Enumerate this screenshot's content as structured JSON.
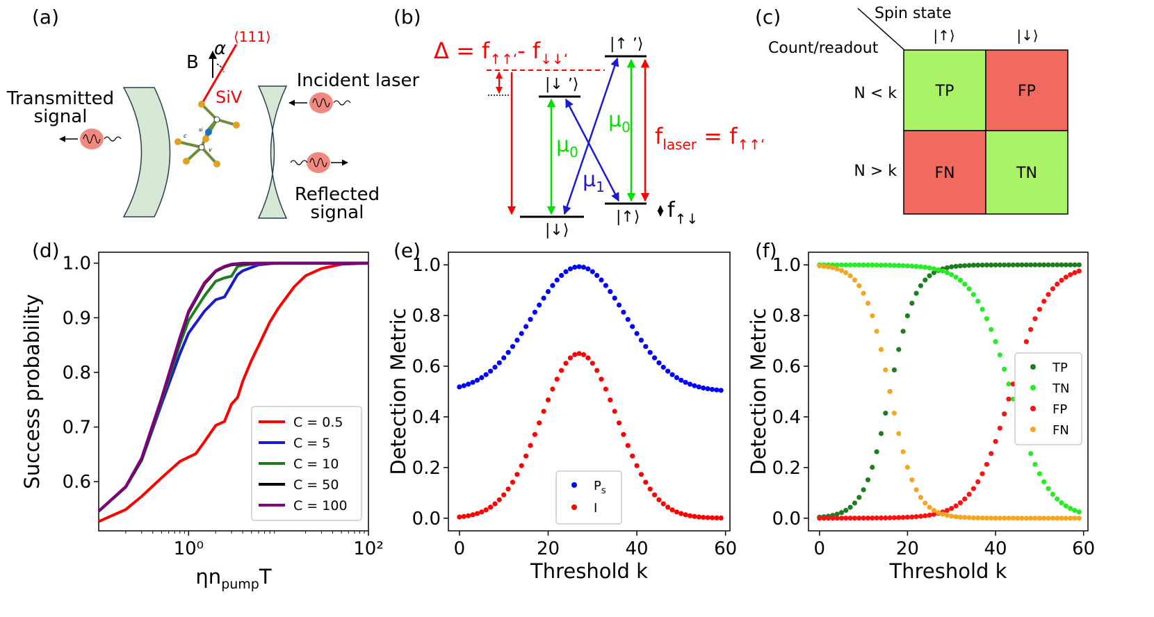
{
  "panels": {
    "a": {
      "label": "(a)",
      "b_label": "B",
      "alpha_label": "α",
      "direction_label": "⟨111⟩",
      "siv_label": "SiV",
      "transmitted_label": [
        "Transmitted",
        "signal"
      ],
      "incident_label": "Incident laser",
      "reflected_label": [
        "Reflected",
        "signal"
      ],
      "molecule_labels": [
        "c",
        "si",
        "v"
      ],
      "colors": {
        "mirror": "#d5e8d4",
        "pulse": "#f08a80",
        "axis": "#ff0000"
      }
    },
    "b": {
      "label": "(b)",
      "delta_prefix": "Δ = f",
      "delta_sub1": "↑↑‘",
      "delta_mid": "- f",
      "delta_sub2": "↓↓‘",
      "level_up_prime": "|↑ ʼ⟩",
      "level_down_prime": "|↓ ʼ⟩",
      "level_down": "|↓⟩",
      "level_up": "|↑⟩",
      "mu0": "μ",
      "mu0_sub": "0",
      "mu1": "μ",
      "mu1_sub": "1",
      "laser_prefix": "f",
      "laser_sub": "laser",
      "laser_eq": " = f",
      "laser_sub2": "↑↑‘",
      "split_prefix": "f",
      "split_sub": "↑↓",
      "colors": {
        "red": "#ff0000",
        "green": "#00e000",
        "blue": "#1a1ad0"
      }
    },
    "c": {
      "label": "(c)",
      "spin_state": "Spin state",
      "count_readout": "Count/readout",
      "col_headers": [
        "|↑⟩",
        "|↓⟩"
      ],
      "row_headers": [
        "N < k",
        "N > k"
      ],
      "cells": [
        [
          "TP",
          "FP"
        ],
        [
          "FN",
          "TN"
        ]
      ],
      "colors": {
        "good": "#aaf266",
        "bad": "#f2695f"
      }
    },
    "d": {
      "label": "(d)"
    },
    "e": {
      "label": "(e)"
    },
    "f": {
      "label": "(f)"
    }
  },
  "chart_data": [
    {
      "id": "d",
      "type": "line",
      "xlabel": "ηn",
      "xlabel_sub": "pump",
      "xlabel_end": "T",
      "ylabel": "Success probability",
      "x_scale": "log",
      "xlim": [
        0.1,
        100
      ],
      "ylim": [
        0.51,
        1.02
      ],
      "yticks": [
        0.6,
        0.7,
        0.8,
        0.9,
        1.0
      ],
      "yticklabels": [
        "0.6",
        "0.7",
        "0.8",
        "0.9",
        "1.0"
      ],
      "xticks": [
        1,
        100
      ],
      "xticklabels": [
        "10⁰",
        "10²"
      ],
      "legend_position": "lower-right",
      "series": [
        {
          "name": "C = 0.5",
          "color": "#ff0000",
          "x": [
            0.1,
            0.2,
            0.3,
            0.5,
            0.8,
            1.0,
            1.2,
            1.5,
            2.0,
            2.5,
            3.0,
            3.5,
            4.0,
            5.0,
            6.0,
            8.0,
            10.0,
            15.0,
            20.0,
            30.0,
            50.0,
            100.0
          ],
          "y": [
            0.527,
            0.549,
            0.573,
            0.607,
            0.637,
            0.645,
            0.651,
            0.673,
            0.703,
            0.71,
            0.742,
            0.754,
            0.784,
            0.822,
            0.849,
            0.892,
            0.918,
            0.957,
            0.977,
            0.99,
            0.998,
            1.0
          ]
        },
        {
          "name": "C = 5",
          "color": "#1a1ad0",
          "x": [
            0.1,
            0.2,
            0.3,
            0.5,
            0.8,
            1.0,
            1.5,
            2.0,
            2.5,
            3.0,
            3.5,
            4.0,
            5.0,
            6.0,
            8.0,
            10.0,
            20.0,
            100.0
          ],
          "y": [
            0.546,
            0.59,
            0.639,
            0.742,
            0.834,
            0.872,
            0.912,
            0.933,
            0.938,
            0.96,
            0.979,
            0.986,
            0.992,
            0.997,
            0.999,
            1.0,
            1.0,
            1.0
          ]
        },
        {
          "name": "C = 10",
          "color": "#1e7e1e",
          "x": [
            0.1,
            0.2,
            0.3,
            0.5,
            0.8,
            1.0,
            1.5,
            2.0,
            2.5,
            3.0,
            3.5,
            4.0,
            5.0,
            8.0,
            100.0
          ],
          "y": [
            0.546,
            0.59,
            0.64,
            0.748,
            0.852,
            0.895,
            0.94,
            0.967,
            0.973,
            0.976,
            0.994,
            0.996,
            0.998,
            1.0,
            1.0
          ]
        },
        {
          "name": "C = 50",
          "color": "#000000",
          "x": [
            0.1,
            0.2,
            0.3,
            0.5,
            0.8,
            1.0,
            1.5,
            2.0,
            2.5,
            3.0,
            4.0,
            6.0,
            100.0
          ],
          "y": [
            0.546,
            0.591,
            0.642,
            0.752,
            0.862,
            0.91,
            0.962,
            0.985,
            0.993,
            0.997,
            0.999,
            1.0,
            1.0
          ]
        },
        {
          "name": "C = 100",
          "color": "#800080",
          "x": [
            0.1,
            0.2,
            0.3,
            0.5,
            0.8,
            1.0,
            1.5,
            2.0,
            2.5,
            3.0,
            4.0,
            6.0,
            100.0
          ],
          "y": [
            0.546,
            0.591,
            0.643,
            0.753,
            0.864,
            0.912,
            0.964,
            0.986,
            0.994,
            0.998,
            1.0,
            1.0,
            1.0
          ]
        }
      ]
    },
    {
      "id": "e",
      "type": "scatter",
      "xlabel": "Threshold k",
      "ylabel": "Detection Metric",
      "xlim": [
        -2.5,
        61
      ],
      "ylim": [
        -0.05,
        1.05
      ],
      "xticks": [
        0,
        20,
        40,
        60
      ],
      "yticks": [
        0.0,
        0.2,
        0.4,
        0.6,
        0.8,
        1.0
      ],
      "yticklabels": [
        "0.0",
        "0.2",
        "0.4",
        "0.6",
        "0.8",
        "1.0"
      ],
      "legend_position": "lower-center",
      "x_range": [
        0,
        59
      ],
      "series": [
        {
          "name": "P",
          "name_sub": "s",
          "color": "#0000ff",
          "model": {
            "base": 0.5,
            "amp": 0.493,
            "mu": 27,
            "sigma": 10.5
          }
        },
        {
          "name": "I",
          "color": "#ff0000",
          "model": {
            "base": 0.0,
            "amp": 0.65,
            "mu": 27,
            "sigma": 8.6
          }
        }
      ]
    },
    {
      "id": "f",
      "type": "scatter",
      "xlabel": "Threshold k",
      "ylabel": "Detection Metric",
      "xlim": [
        -2.5,
        61
      ],
      "ylim": [
        -0.05,
        1.05
      ],
      "xticks": [
        0,
        20,
        40,
        60
      ],
      "yticks": [
        0.0,
        0.2,
        0.4,
        0.6,
        0.8,
        1.0
      ],
      "yticklabels": [
        "0.0",
        "0.2",
        "0.4",
        "0.6",
        "0.8",
        "1.0"
      ],
      "legend_position": "center-right",
      "x_range": [
        0,
        59
      ],
      "series": [
        {
          "name": "TP",
          "color": "#1e7e1e",
          "model": {
            "kind": "rise",
            "mid": 16,
            "scale": 2.9
          }
        },
        {
          "name": "TN",
          "color": "#22ee22",
          "model": {
            "kind": "fall",
            "mid": 43.5,
            "scale": 4.2
          }
        },
        {
          "name": "FP",
          "color": "#ff1010",
          "model": {
            "kind": "rise",
            "mid": 43.5,
            "scale": 4.2
          }
        },
        {
          "name": "FN",
          "color": "#f5a51e",
          "model": {
            "kind": "fall",
            "mid": 16,
            "scale": 2.9
          }
        }
      ]
    }
  ]
}
